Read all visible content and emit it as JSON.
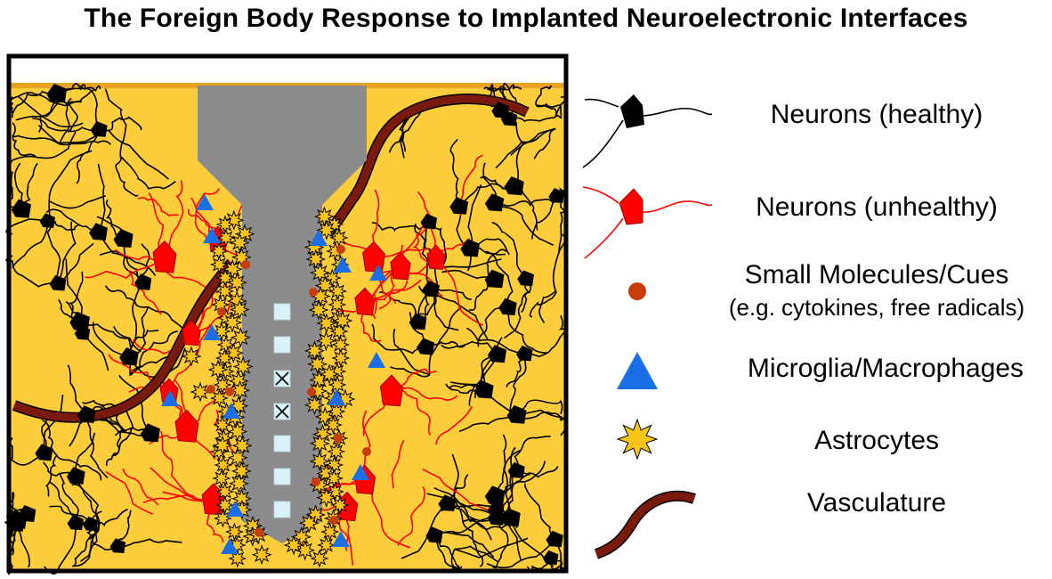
{
  "title": "The Foreign Body Response to Implanted Neuroelectronic Interfaces",
  "legend": {
    "neurons_healthy": "Neurons (healthy)",
    "neurons_unhealthy": "Neurons (unhealthy)",
    "small_molecules": "Small Molecules/Cues",
    "small_molecules_sub": "(e.g. cytokines, free radicals)",
    "microglia": "Microglia/Macrophages",
    "astrocytes": "Astrocytes",
    "vasculature": "Vasculature"
  },
  "colors": {
    "tissue": "#fdcd3c",
    "tissue_edge": "#e8a325",
    "probe": "#8c8c8c",
    "electrode_site": "#d9f1f8",
    "neuron_healthy": "#000000",
    "neuron_unhealthy": "#ff0000",
    "molecule": "#c83c0a",
    "microglia": "#1a6fe6",
    "astrocyte": "#fcc419",
    "vessel": "#7a1a0c"
  }
}
